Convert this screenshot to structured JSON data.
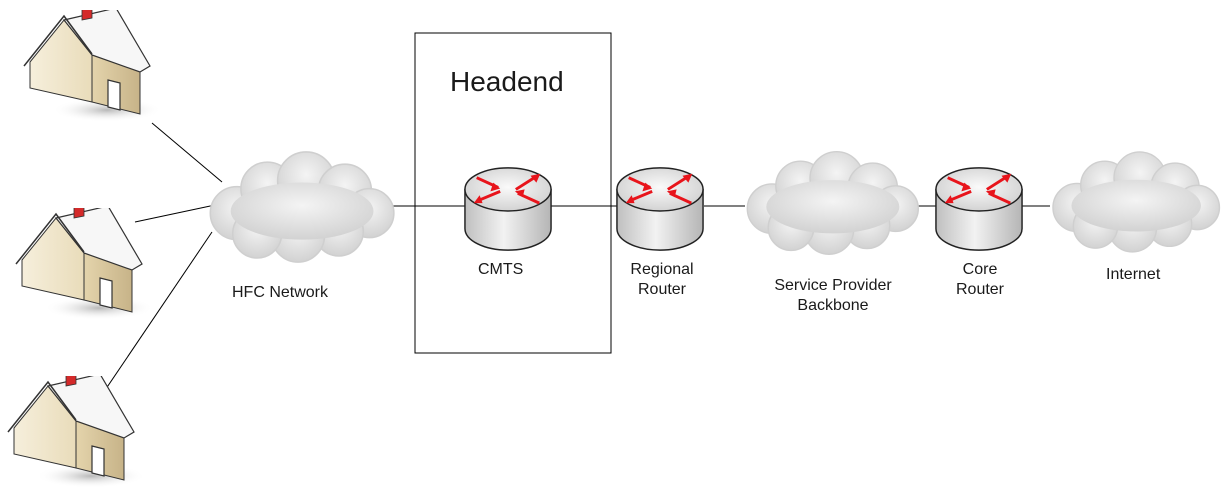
{
  "diagram": {
    "headend_title": "Headend",
    "labels": {
      "hfc_network": "HFC Network",
      "cmts": "CMTS",
      "regional_router_line1": "Regional",
      "regional_router_line2": "Router",
      "backbone_line1": "Service Provider",
      "backbone_line2": "Backbone",
      "core_router_line1": "Core",
      "core_router_line2": "Router",
      "internet": "Internet"
    },
    "icons": {
      "house": "house-icon",
      "cloud": "cloud-icon",
      "router": "router-icon"
    },
    "colors": {
      "line": "#000000",
      "cloud_fill": "#e6e6e6",
      "cloud_stroke": "#cfcfcf",
      "router_body": "#e9e9e9",
      "router_top": "#dcdcdc",
      "arrow": "#e8141b",
      "house_wall_light": "#f3ead2",
      "house_wall_dark": "#d9c7a0",
      "house_roof": "#f7f7f7",
      "chimney": "#d02020"
    }
  }
}
